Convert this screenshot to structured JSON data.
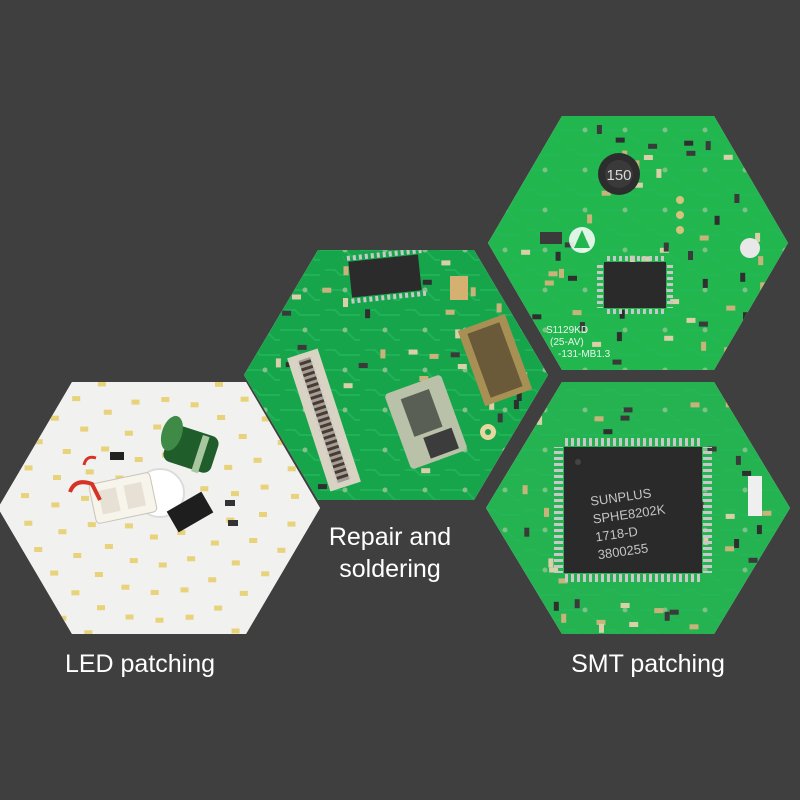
{
  "colors": {
    "background": "#3f3f3f",
    "pcb_green": "#16a34a",
    "led_board": "#f1f1ef",
    "chip": "#2b2b2b",
    "caption": "#ffffff"
  },
  "captions": {
    "led": "LED patching",
    "repair_line1": "Repair and",
    "repair_line2": "soldering",
    "smt": "SMT patching"
  },
  "chip_markings": {
    "small_chip": "S1129KD",
    "board_text_1": "(25-AV)",
    "board_text_2": "-131-MB1.3",
    "inductor": "150",
    "large_chip_1": "SUNPLUS",
    "large_chip_2": "SPHE8202K",
    "large_chip_3": "1718-D",
    "large_chip_4": "3800255"
  }
}
